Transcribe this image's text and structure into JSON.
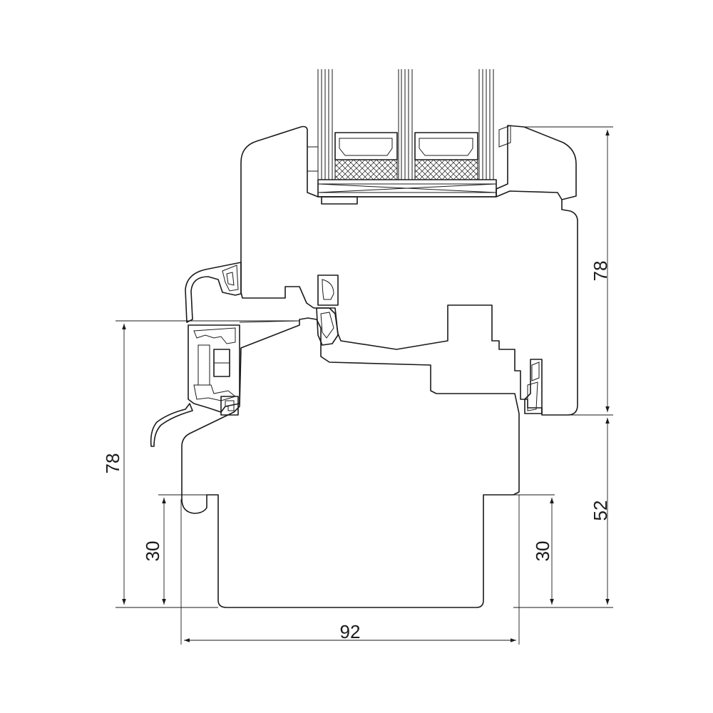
{
  "dimensions": {
    "sash_height": "78",
    "frame_height": "78",
    "frame_lower": "52",
    "left_groove": "30",
    "right_groove": "30",
    "total_width": "92"
  }
}
